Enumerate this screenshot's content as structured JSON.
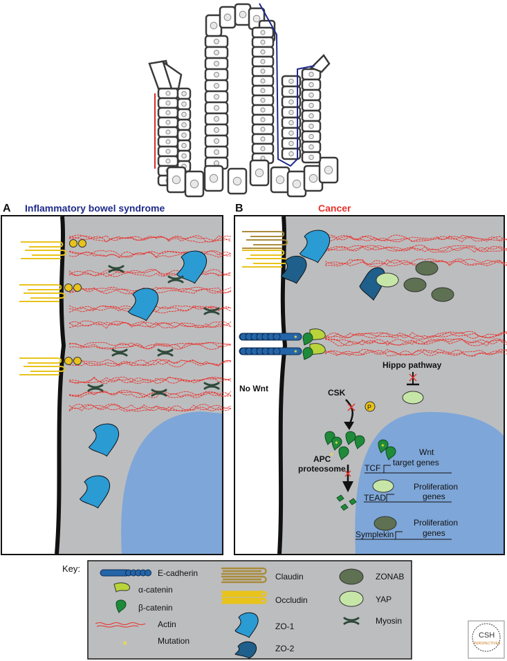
{
  "panel_a": {
    "letter": "A",
    "title": "Inflammatory bowel syndrome"
  },
  "panel_b": {
    "letter": "B",
    "title": "Cancer",
    "labels": {
      "no_wnt": "No Wnt",
      "hippo": "Hippo pathway",
      "csk": "CSK",
      "phospho": "P",
      "apc": "APC",
      "proteosome": "proteosome",
      "tcf": "TCF",
      "wnt_target_1": "Wnt",
      "wnt_target_2": "target genes",
      "tead": "TEAD",
      "prolif_1_a": "Proliferation",
      "prolif_1_b": "genes",
      "symplekin": "Symplekin",
      "prolif_2_a": "Proliferation",
      "prolif_2_b": "genes"
    }
  },
  "key": {
    "title": "Key:",
    "items": {
      "e_cadherin": "E-cadherin",
      "a_catenin": "α-catenin",
      "b_catenin": "β-catenin",
      "actin": "Actin",
      "mutation": "Mutation",
      "claudin": "Claudin",
      "occludin": "Occludin",
      "zo1": "ZO-1",
      "zo2": "ZO-2",
      "zonab": "ZONAB",
      "yap": "YAP",
      "myosin": "Myosin"
    }
  },
  "logo": {
    "line1": "CSH",
    "line2": "PERSPECTIVES"
  },
  "colors": {
    "cytoplasm": "#bcbdbf",
    "nucleus": "#7ea6d8",
    "actin": "#e8302a",
    "zo1": "#2b9bd3",
    "zo2": "#1f5f8b",
    "claudin": "#a88b3a",
    "occludin": "#e8c31a",
    "ecad": "#2464a8",
    "a_catenin": "#b8d43a",
    "b_catenin": "#1f8a3a",
    "zonab": "#5e7152",
    "yap": "#c6e6a8",
    "myosin": "#2f4a3a",
    "blue_line": "#1f2a8a",
    "red_line": "#d42a2a"
  }
}
